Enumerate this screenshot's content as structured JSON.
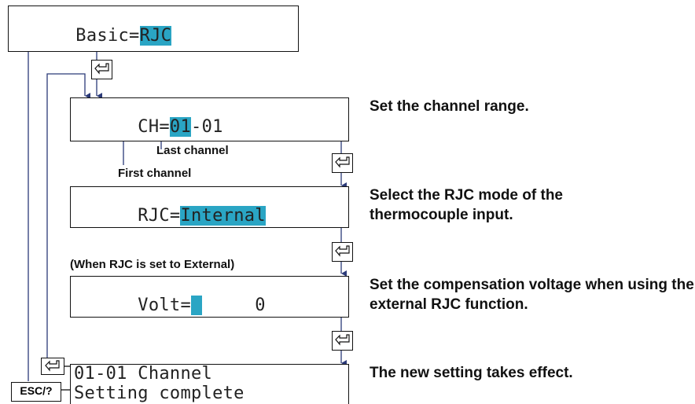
{
  "screens": {
    "basic": {
      "prefix": "Basic=",
      "value": "RJC"
    },
    "channel": {
      "prefix": "CH=",
      "first": "01",
      "sep": "-",
      "last": "01"
    },
    "rjc": {
      "prefix": "RJC=",
      "value": "Internal"
    },
    "volt": {
      "prefix": "Volt=",
      "value": " ",
      "trail": "     0"
    },
    "complete": {
      "line1": "01-01 Channel",
      "line2": "Setting complete"
    }
  },
  "labels": {
    "last_channel": "Last channel",
    "first_channel": "First channel",
    "when_external": "(When RJC is set to External)"
  },
  "descriptions": {
    "channel_range": "Set the channel range.",
    "rjc_mode": "Select the RJC mode of the thermocouple input.",
    "comp_voltage": "Set the compensation voltage when using the external RJC function.",
    "takes_effect": "The new setting takes effect."
  },
  "keys": {
    "esc_label": "ESC/?",
    "enter_icon": "enter-key-icon"
  },
  "colors": {
    "highlight": "#2aa5c4",
    "arrow": "#2b3a78",
    "line": "#111111"
  }
}
